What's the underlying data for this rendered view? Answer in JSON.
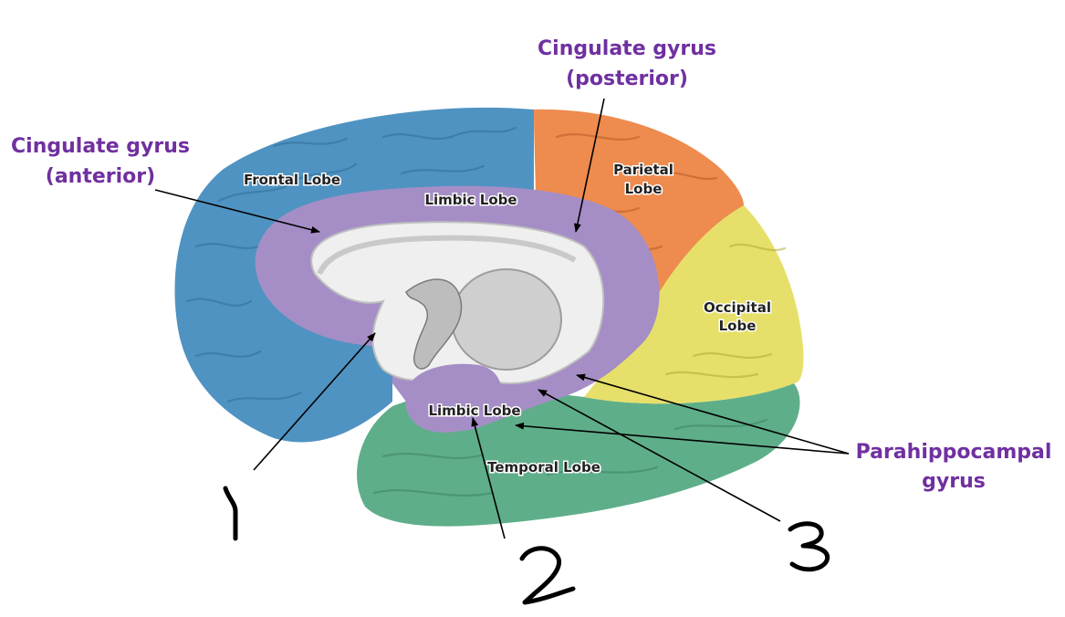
{
  "callouts": {
    "cingulate_posterior": {
      "line1": "Cingulate gyrus",
      "line2": "(posterior)"
    },
    "cingulate_anterior": {
      "line1": "Cingulate gyrus",
      "line2": "(anterior)"
    },
    "parahippocampal": {
      "line1": "Parahippocampal",
      "line2": "gyrus"
    }
  },
  "lobes": {
    "frontal": "Frontal Lobe",
    "parietal_line1": "Parietal",
    "parietal_line2": "Lobe",
    "occipital_line1": "Occipital",
    "occipital_line2": "Lobe",
    "limbic_upper": "Limbic Lobe",
    "limbic_lower": "Limbic Lobe",
    "temporal": "Temporal Lobe"
  },
  "handwritten_markers": [
    "1",
    "2",
    "3"
  ],
  "colors": {
    "callout_text": "#7030a0",
    "frontal": "#4f93c2",
    "parietal": "#ee8b4f",
    "occipital": "#e6e06a",
    "temporal": "#5fae8a",
    "limbic": "#a58ec6",
    "white_matter": "#efefef"
  }
}
